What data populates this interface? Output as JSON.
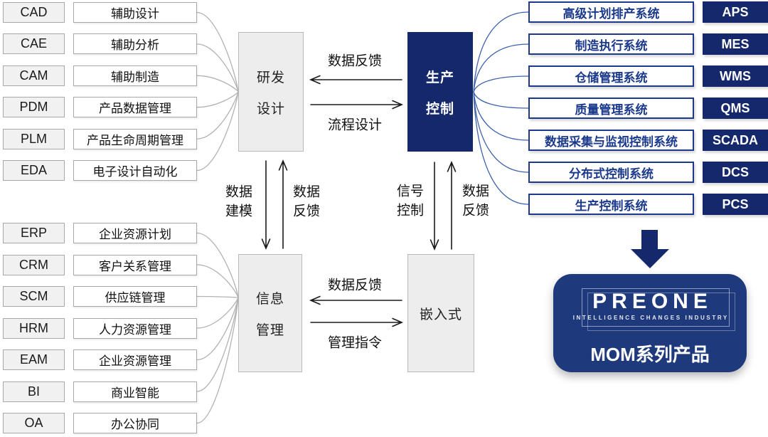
{
  "colors": {
    "navy_solid": "#14286b",
    "navy_border": "#1b3a8c",
    "logo_navy": "#1e3a7c",
    "curve_blue": "#3d62ad",
    "curve_gray": "#b2b2b2",
    "panel_gray": "#ededed",
    "panel_border": "#b9b9b9",
    "ink": "#1a1a1a"
  },
  "left_top": {
    "items": [
      {
        "abbr": "CAD",
        "label": "辅助设计"
      },
      {
        "abbr": "CAE",
        "label": "辅助分析"
      },
      {
        "abbr": "CAM",
        "label": "辅助制造"
      },
      {
        "abbr": "PDM",
        "label": "产品数据管理"
      },
      {
        "abbr": "PLM",
        "label": "产品生命周期管理"
      },
      {
        "abbr": "EDA",
        "label": "电子设计自动化"
      }
    ]
  },
  "left_bottom": {
    "items": [
      {
        "abbr": "ERP",
        "label": "企业资源计划"
      },
      {
        "abbr": "CRM",
        "label": "客户关系管理"
      },
      {
        "abbr": "SCM",
        "label": "供应链管理"
      },
      {
        "abbr": "HRM",
        "label": "人力资源管理"
      },
      {
        "abbr": "EAM",
        "label": "企业资源管理"
      },
      {
        "abbr": "BI",
        "label": "商业智能"
      },
      {
        "abbr": "OA",
        "label": "办公协同"
      }
    ]
  },
  "center": {
    "rd_design": {
      "line1": "研发",
      "line2": "设计"
    },
    "production_control": {
      "line1": "生产",
      "line2": "控制"
    },
    "info_mgmt": {
      "line1": "信息",
      "line2": "管理"
    },
    "embedded": {
      "label": "嵌入式"
    }
  },
  "flows": {
    "top_back": "数据反馈",
    "top_forward": "流程设计",
    "mid_left_down": "数据建模",
    "mid_left_up": "数据反馈",
    "mid_right_down": "信号控制",
    "mid_right_up": "数据反馈",
    "bottom_back": "数据反馈",
    "bottom_forward": "管理指令"
  },
  "right_systems": {
    "items": [
      {
        "label": "高级计划排产系统",
        "abbr": "APS"
      },
      {
        "label": "制造执行系统",
        "abbr": "MES"
      },
      {
        "label": "仓储管理系统",
        "abbr": "WMS"
      },
      {
        "label": "质量管理系统",
        "abbr": "QMS"
      },
      {
        "label": "数据采集与监视控制系统",
        "abbr": "SCADA"
      },
      {
        "label": "分布式控制系统",
        "abbr": "DCS"
      },
      {
        "label": "生产控制系统",
        "abbr": "PCS"
      }
    ]
  },
  "product": {
    "brand": "PREONE",
    "tagline": "INTELLIGENCE CHANGES INDUSTRY",
    "name": "MOM系列产品"
  }
}
